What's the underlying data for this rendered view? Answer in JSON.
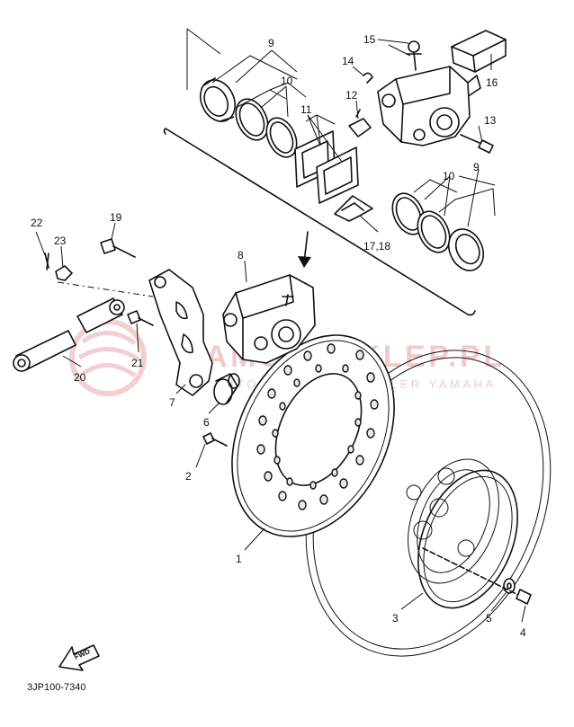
{
  "diagram": {
    "part_labels": {
      "p1": "1",
      "p2": "2",
      "p3": "3",
      "p4": "4",
      "p5": "5",
      "p6": "6",
      "p7": "7",
      "p8": "8",
      "p9a": "9",
      "p9b": "9",
      "p10a": "10",
      "p10b": "10",
      "p11": "11",
      "p12": "12",
      "p13": "13",
      "p14": "14",
      "p15": "15",
      "p16": "16",
      "p1718": "17,18",
      "p19": "19",
      "p20": "20",
      "p21": "21",
      "p22": "22",
      "p23": "23"
    },
    "fwd_label": "FWD",
    "drawing_code": "3JP100-7340",
    "watermark": {
      "main": "AMOTOSKLEP.PL",
      "sub": "AUTORYZOWANY DEALER YAMAHA"
    },
    "colors": {
      "line": "#111111",
      "watermark": "#e9a0a0",
      "background": "#ffffff"
    }
  }
}
